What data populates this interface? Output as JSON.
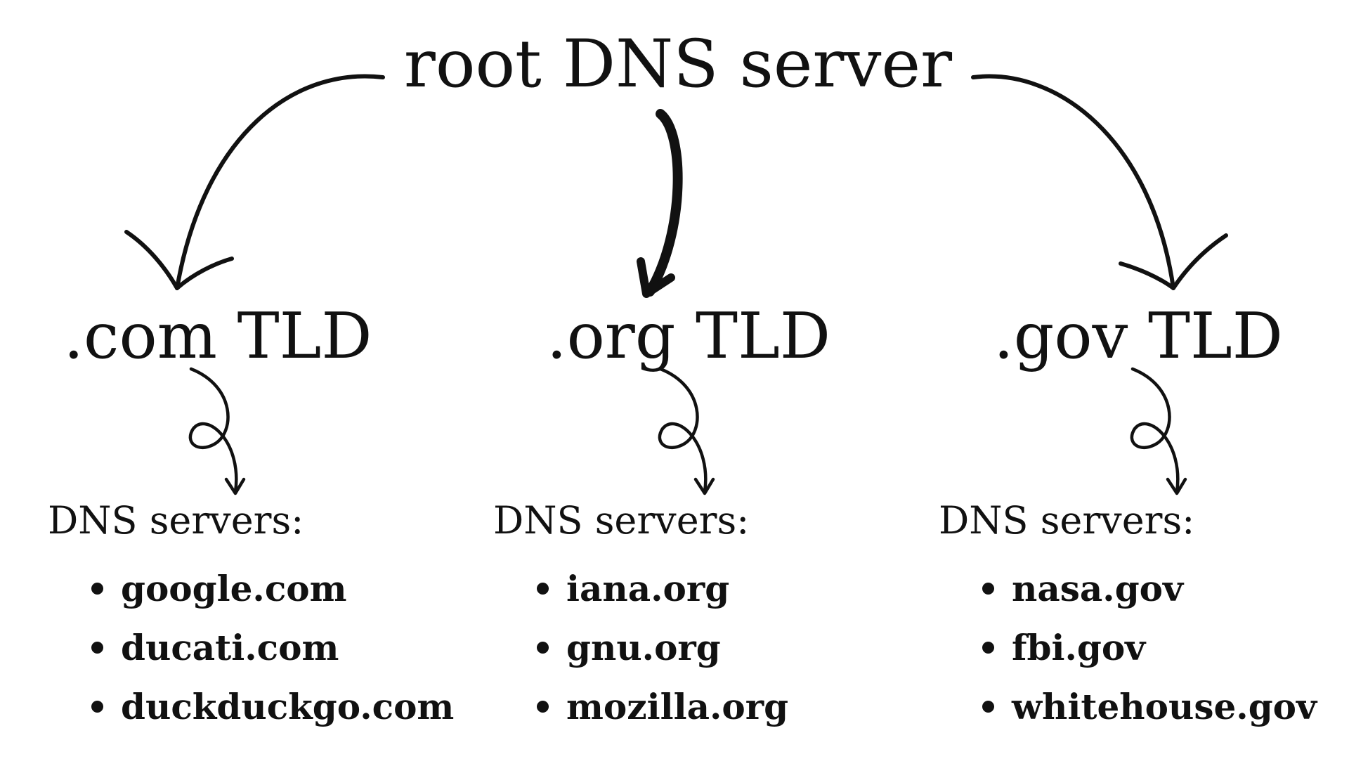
{
  "diagram": {
    "root": {
      "label": "root DNS server"
    },
    "tlds": [
      {
        "label": ".com TLD",
        "servers_heading": "DNS servers:",
        "servers": [
          "google.com",
          "ducati.com",
          "duckduckgo.com"
        ]
      },
      {
        "label": ".org TLD",
        "servers_heading": "DNS servers:",
        "servers": [
          "iana.org",
          "gnu.org",
          "mozilla.org"
        ]
      },
      {
        "label": ".gov TLD",
        "servers_heading": "DNS servers:",
        "servers": [
          "nasa.gov",
          "fbi.gov",
          "whitehouse.gov"
        ]
      }
    ],
    "colors": {
      "background": "#ffffff",
      "ink": "#111111"
    }
  }
}
